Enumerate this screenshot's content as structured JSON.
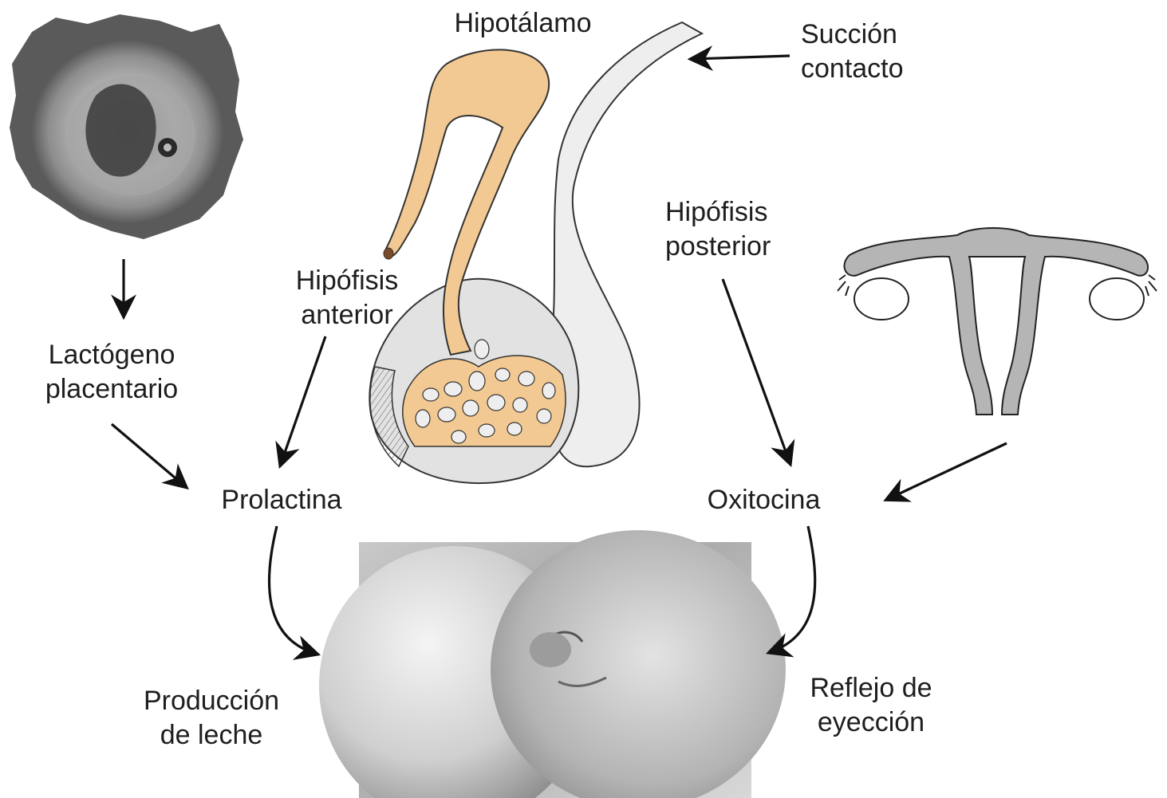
{
  "labels": {
    "hipotalamo": "Hipotálamo",
    "succion": "Succión\ncontacto",
    "hipofisis_posterior": "Hipófisis\nposterior",
    "hipofisis_anterior": "Hipófisis\nanterior",
    "lactogeno": "Lactógeno\nplacentario",
    "prolactina": "Prolactina",
    "oxitocina": "Oxitocina",
    "produccion": "Producción\nde leche",
    "reflejo": "Reflejo de\neyección"
  },
  "colors": {
    "hypothalamus_fill": "#f2c992",
    "pituitary_fill": "#e9e9e9",
    "uterus_fill": "#b5b5b5",
    "arrow": "#111111"
  },
  "icons": [
    "placenta-illustration",
    "pituitary-illustration",
    "uterus-illustration",
    "breastfeeding-photo"
  ]
}
